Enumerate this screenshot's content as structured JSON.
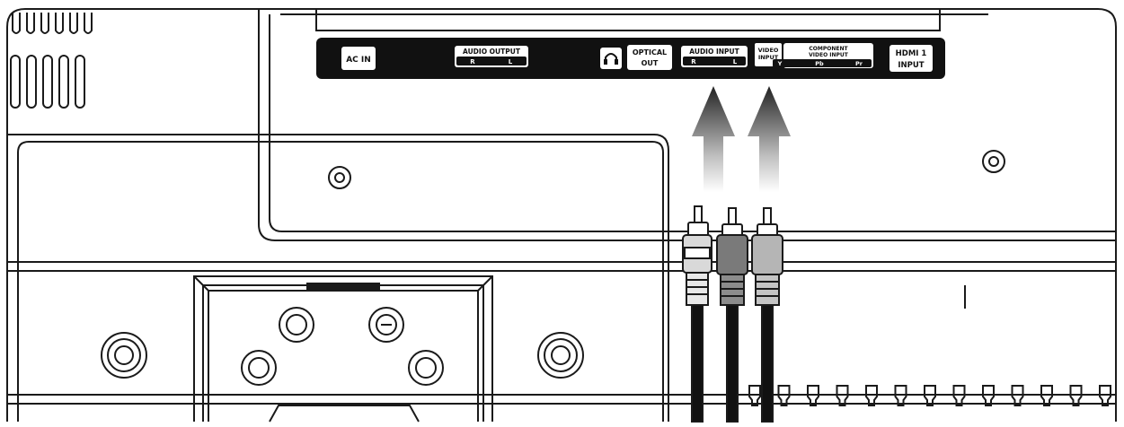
{
  "panel": {
    "ac_in": "AC IN",
    "audio_output": {
      "title": "AUDIO OUTPUT",
      "r": "R",
      "l": "L"
    },
    "headphone_icon": "headphone-icon",
    "optical_out": {
      "line1": "OPTICAL",
      "line2": "OUT"
    },
    "audio_input": {
      "title": "AUDIO INPUT",
      "r": "R",
      "l": "L"
    },
    "video_input": {
      "line1": "VIDEO",
      "line2": "INPUT"
    },
    "component": {
      "line1": "COMPONENT",
      "line2": "VIDEO INPUT",
      "y": "Y",
      "pb": "Pb",
      "pr": "Pr"
    },
    "hdmi": {
      "line1": "HDMI 1",
      "line2": "INPUT"
    }
  },
  "colors": {
    "panel_bg": "#111111",
    "line": "#1a1a1a",
    "plug_white": "#d9d9d9",
    "plug_red": "#7a7a7a",
    "plug_yellow": "#b5b5b5"
  }
}
